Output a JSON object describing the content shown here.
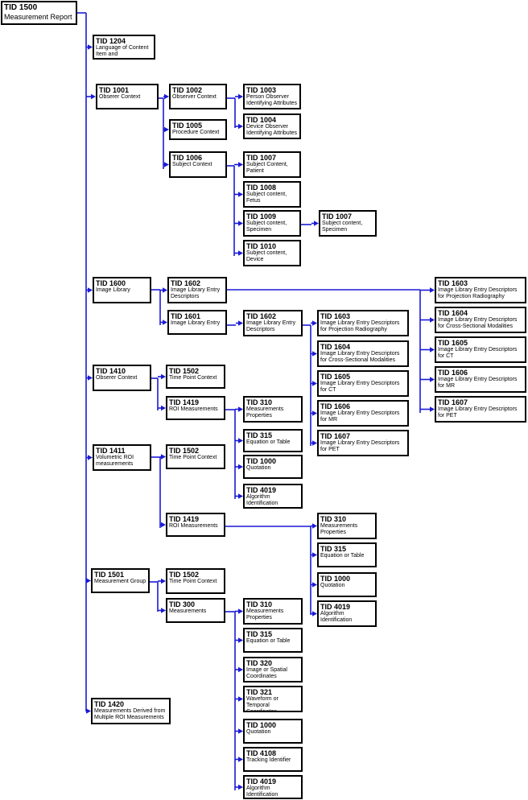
{
  "wire_color": "#1a1ad6",
  "box_border_color": "#000000",
  "nodes": [
    {
      "id": "n1500",
      "tid": "TID 1500",
      "title": "Measurement Report"
    },
    {
      "id": "n1204",
      "tid": "TID 1204",
      "title": "Language of Content Item and Descendants"
    },
    {
      "id": "n1001",
      "tid": "TID 1001",
      "title": "Obserer Context"
    },
    {
      "id": "n1002",
      "tid": "TID 1002",
      "title": "Observer Context"
    },
    {
      "id": "n1003",
      "tid": "TID 1003",
      "title": "Person Observer Identifying Attributes"
    },
    {
      "id": "n1004",
      "tid": "TID 1004",
      "title": "Device Observer Identifying Attributes"
    },
    {
      "id": "n1005",
      "tid": "TID 1005",
      "title": "Procedure Context"
    },
    {
      "id": "n1006",
      "tid": "TID 1006",
      "title": "Subject Context"
    },
    {
      "id": "n1007a",
      "tid": "TID 1007",
      "title": "Subject Content, Patient"
    },
    {
      "id": "n1008",
      "tid": "TID 1008",
      "title": "Subject content, Fetus"
    },
    {
      "id": "n1009",
      "tid": "TID 1009",
      "title": "Subject content, Specimen"
    },
    {
      "id": "n1007b",
      "tid": "TID 1007",
      "title": "Subject content, Specimen"
    },
    {
      "id": "n1010",
      "tid": "TID 1010",
      "title": "Subject content, Device"
    },
    {
      "id": "n1600",
      "tid": "TID 1600",
      "title": "Image Library"
    },
    {
      "id": "n1602a",
      "tid": "TID 1602",
      "title": "Image Library Entry Descriptors"
    },
    {
      "id": "n1603a",
      "tid": "TID 1603",
      "title": "Image Library Entry Descriptors for Projection Radiography"
    },
    {
      "id": "n1604a",
      "tid": "TID 1604",
      "title": "Image Library Entry Descriptors for Cross-Sectional Modalities"
    },
    {
      "id": "n1605a",
      "tid": "TID 1605",
      "title": "Image Library Entry Descriptors for CT"
    },
    {
      "id": "n1606a",
      "tid": "TID 1606",
      "title": "Image Library Entry Descriptors for MR"
    },
    {
      "id": "n1607a",
      "tid": "TID 1607",
      "title": "Image Library Entry Descriptors for PET"
    },
    {
      "id": "n1601",
      "tid": "TID 1601",
      "title": "Image Library Entry"
    },
    {
      "id": "n1602b",
      "tid": "TID 1602",
      "title": "Image Library Entry Descriptors"
    },
    {
      "id": "n1603b",
      "tid": "TID 1603",
      "title": "Image Library Entry Descriptors for Projection Radiography"
    },
    {
      "id": "n1604b",
      "tid": "TID 1604",
      "title": "Image Library Entry Descriptors for Cross-Sectional Modalities"
    },
    {
      "id": "n1605b",
      "tid": "TID 1605",
      "title": "Image Library Entry Descriptors for CT"
    },
    {
      "id": "n1606b",
      "tid": "TID 1606",
      "title": "Image Library Entry Descriptors for MR"
    },
    {
      "id": "n1607b",
      "tid": "TID 1607",
      "title": "Image Library Entry Descriptors for PET"
    },
    {
      "id": "n1410",
      "tid": "TID 1410",
      "title": "Obserer Context"
    },
    {
      "id": "n1502a",
      "tid": "TID 1502",
      "title": "Time Point Context"
    },
    {
      "id": "n1419a",
      "tid": "TID 1419",
      "title": "ROI Measurements"
    },
    {
      "id": "n310a",
      "tid": "TID 310",
      "title": "Measurements Properties"
    },
    {
      "id": "n315a",
      "tid": "TID 315",
      "title": "Equation or Table"
    },
    {
      "id": "n1000a",
      "tid": "TID 1000",
      "title": "Quotation"
    },
    {
      "id": "n4019a",
      "tid": "TID 4019",
      "title": "Algorithm Identification"
    },
    {
      "id": "n1411",
      "tid": "TID 1411",
      "title": "Volumetric ROI measurements"
    },
    {
      "id": "n1502b",
      "tid": "TID 1502",
      "title": "Time Point Context"
    },
    {
      "id": "n1419b",
      "tid": "TID 1419",
      "title": "ROI Measurements"
    },
    {
      "id": "n310b",
      "tid": "TID 310",
      "title": "Measurements Properties"
    },
    {
      "id": "n315b",
      "tid": "TID 315",
      "title": "Equation or Table"
    },
    {
      "id": "n1000b",
      "tid": "TID 1000",
      "title": "Quotation"
    },
    {
      "id": "n4019b",
      "tid": "TID 4019",
      "title": "Algorithm Identification"
    },
    {
      "id": "n1501",
      "tid": "TID 1501",
      "title": "Measurement Group"
    },
    {
      "id": "n1502c",
      "tid": "TID 1502",
      "title": "Time Point Context"
    },
    {
      "id": "n300",
      "tid": "TID 300",
      "title": "Measurements"
    },
    {
      "id": "n310c",
      "tid": "TID 310",
      "title": "Measurements Properties"
    },
    {
      "id": "n315c",
      "tid": "TID 315",
      "title": "Equation or Table"
    },
    {
      "id": "n320",
      "tid": "TID 320",
      "title": "Image or Spatial Coordinates"
    },
    {
      "id": "n321",
      "tid": "TID 321",
      "title": "Waveform or Temporal Coordinates"
    },
    {
      "id": "n1000c",
      "tid": "TID 1000",
      "title": "Quotation"
    },
    {
      "id": "n4108",
      "tid": "TID 4108",
      "title": "Tracking Identifier"
    },
    {
      "id": "n4019c",
      "tid": "TID 4019",
      "title": "Algorithm Identification"
    },
    {
      "id": "n1420",
      "tid": "TID 1420",
      "title": "Measurements Derived from Multiple ROI Measurements"
    }
  ],
  "edges": [
    {
      "from": "n1500",
      "to": [
        "n1204",
        "n1001",
        "n1600",
        "n1410",
        "n1411",
        "n1501",
        "n1420"
      ]
    },
    {
      "from": "n1001",
      "to": [
        "n1002",
        "n1005",
        "n1006"
      ]
    },
    {
      "from": "n1002",
      "to": [
        "n1003",
        "n1004"
      ]
    },
    {
      "from": "n1006",
      "to": [
        "n1007a",
        "n1008",
        "n1009",
        "n1010"
      ]
    },
    {
      "from": "n1009",
      "to": [
        "n1007b"
      ]
    },
    {
      "from": "n1600",
      "to": [
        "n1602a",
        "n1601"
      ]
    },
    {
      "from": "n1602a",
      "to": [
        "n1603a",
        "n1604a",
        "n1605a",
        "n1606a",
        "n1607a"
      ]
    },
    {
      "from": "n1601",
      "to": [
        "n1602b"
      ]
    },
    {
      "from": "n1602b",
      "to": [
        "n1603b",
        "n1604b",
        "n1605b",
        "n1606b",
        "n1607b"
      ]
    },
    {
      "from": "n1410",
      "to": [
        "n1502a",
        "n1419a"
      ]
    },
    {
      "from": "n1419a",
      "to": [
        "n310a",
        "n315a",
        "n1000a",
        "n4019a"
      ]
    },
    {
      "from": "n1411",
      "to": [
        "n1502b",
        "n1419b"
      ]
    },
    {
      "from": "n1419b",
      "to": [
        "n310b",
        "n315b",
        "n1000b",
        "n4019b"
      ]
    },
    {
      "from": "n1501",
      "to": [
        "n1502c",
        "n300"
      ]
    },
    {
      "from": "n300",
      "to": [
        "n310c",
        "n315c",
        "n320",
        "n321",
        "n1000c",
        "n4108",
        "n4019c"
      ]
    }
  ]
}
